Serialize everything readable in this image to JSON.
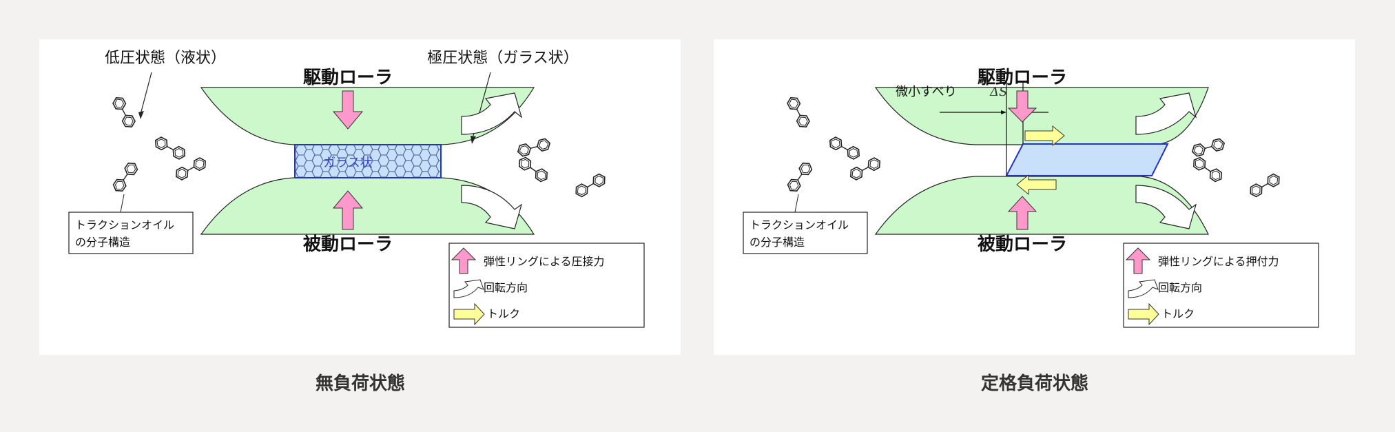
{
  "panels": [
    {
      "caption": "無負荷状態",
      "drive_roller": "駆動ローラ",
      "driven_roller": "被動ローラ",
      "low_pressure_label": "低圧状態（液状）",
      "extreme_pressure_label": "極圧状態（ガラス状）",
      "glass_label": "ガラス状",
      "molecule_box": [
        "トラクションオイル",
        "の分子構造"
      ],
      "legend": {
        "force": "弾性リングによる圧接力",
        "rotation": "回転方向",
        "torque": "トルク"
      }
    },
    {
      "caption": "定格負荷状態",
      "drive_roller": "駆動ローラ",
      "driven_roller": "被動ローラ",
      "slip_label": "微小すべり",
      "delta_label": "ΔS",
      "molecule_box": [
        "トラクションオイル",
        "の分子構造"
      ],
      "legend": {
        "force": "弾性リングによる押付力",
        "rotation": "回転方向",
        "torque": "トルク"
      }
    }
  ],
  "colors": {
    "roller": "#ccf8cc",
    "glass": "#c8e0fa",
    "glass_border": "#2233cc",
    "force_arrow": "#ff99cc",
    "torque_arrow": "#ffff99"
  }
}
